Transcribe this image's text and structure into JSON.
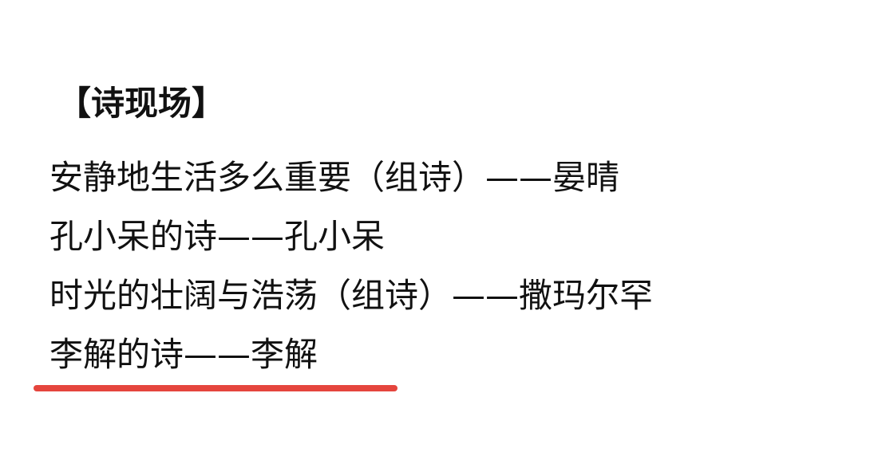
{
  "section": {
    "title": "【诗现场】"
  },
  "entries": [
    "安静地生活多么重要（组诗）——晏晴",
    "孔小呆的诗——孔小呆",
    "时光的壮阔与浩荡（组诗）——撒玛尔罕",
    "李解的诗——李解"
  ],
  "colors": {
    "text": "#111111",
    "underline": "#e5453d",
    "background": "#ffffff"
  }
}
